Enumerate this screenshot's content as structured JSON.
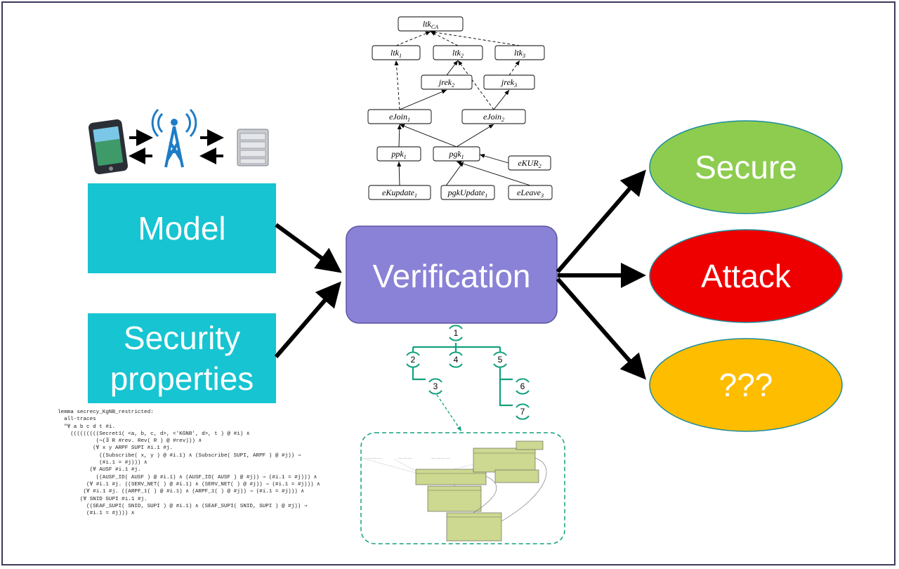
{
  "colors": {
    "box_cyan": "#17c4d1",
    "verification": "#8a82d6",
    "secure": "#8dcc4e",
    "attack": "#ee0000",
    "unknown": "#ffbd00",
    "teal_tree": "#13a07e",
    "mini_node": "#cdd890"
  },
  "icons": [
    "smartphone-icon",
    "cell-tower-icon",
    "server-icon"
  ],
  "boxes": {
    "model": "Model",
    "security_line1": "Security",
    "security_line2": "properties",
    "verification": "Verification"
  },
  "outcomes": {
    "secure": "Secure",
    "attack": "Attack",
    "unknown": "???"
  },
  "key_tree": {
    "nodes": [
      {
        "id": "ltkCA",
        "base": "ltk",
        "sub": "CA"
      },
      {
        "id": "ltk1",
        "base": "ltk",
        "sub": "1"
      },
      {
        "id": "ltk2",
        "base": "ltk",
        "sub": "2"
      },
      {
        "id": "ltk3",
        "base": "ltk",
        "sub": "3"
      },
      {
        "id": "jrek2",
        "base": "jrek",
        "sub": "2"
      },
      {
        "id": "jrek3",
        "base": "jrek",
        "sub": "3"
      },
      {
        "id": "eJoin1",
        "base": "eJoin",
        "sub": "1"
      },
      {
        "id": "eJoin2",
        "base": "eJoin",
        "sub": "2"
      },
      {
        "id": "ppk1",
        "base": "ppk",
        "sub": "1"
      },
      {
        "id": "pgk1",
        "base": "pgk",
        "sub": "1"
      },
      {
        "id": "eKUR2",
        "base": "eKUR",
        "sub": "2"
      },
      {
        "id": "eKupdate1",
        "base": "eKupdate",
        "sub": "1"
      },
      {
        "id": "pgkUpdate1",
        "base": "pgkUpdate",
        "sub": "1"
      },
      {
        "id": "eLeave3",
        "base": "eLeave",
        "sub": "3"
      }
    ]
  },
  "proof_tree": {
    "nodes": [
      "1",
      "2",
      "3",
      "4",
      "5",
      "6",
      "7"
    ]
  },
  "lemma_lines": [
    "lemma secrecy_KgNB_restricted:",
    "  all-traces",
    "  \"∀ a b c d t #i.",
    "    (((((((((Secret1( <a, b, c, d>, <'KGNB', d>, t ) @ #i) ∧",
    "            (¬(∃ R #rev. Rev( R ) @ #rev))) ∧",
    "           (∀ x y ARPF SUPI #i.1 #j.",
    "             ((Subscribe( x, y ) @ #i.1) ∧ (Subscribe( SUPI, ARPF ) @ #j)) ⇒",
    "             (#i.1 = #j))) ∧",
    "          (∀ AUSF #i.1 #j.",
    "            ((AUSF_ID( AUSF ) @ #i.1) ∧ (AUSF_ID( AUSF ) @ #j)) ⇒ (#i.1 = #j))) ∧",
    "         (∀ #i.1 #j. ((SERV_NET( ) @ #i.1) ∧ (SERV_NET( ) @ #j)) ⇒ (#i.1 = #j))) ∧",
    "        (∀ #i.1 #j. ((ARPF_1( ) @ #i.1) ∧ (ARPF_1( ) @ #j)) ⇒ (#i.1 = #j))) ∧",
    "       (∀ SNID SUPI #i.1 #j.",
    "         ((SEAF_SUPI( SNID, SUPI ) @ #i.1) ∧ (SEAF_SUPI( SNID, SUPI ) @ #j)) ⇒",
    "         (#i.1 = #j))) ∧"
  ]
}
